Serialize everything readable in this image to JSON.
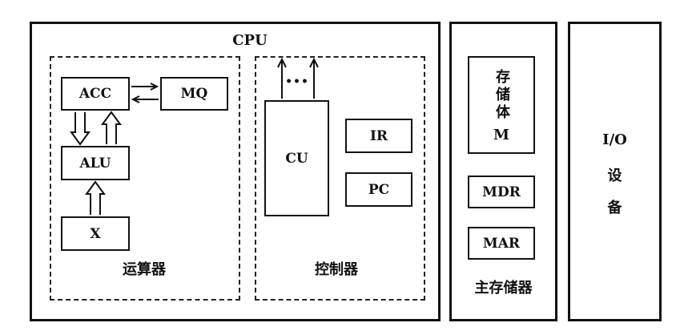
{
  "cpu": {
    "title": "CPU",
    "alu_section": {
      "label": "运算器",
      "acc": "ACC",
      "mq": "MQ",
      "alu": "ALU",
      "x": "X"
    },
    "control_section": {
      "label": "控制器",
      "cu": "CU",
      "cu_outputs": "•••",
      "ir": "IR",
      "pc": "PC"
    }
  },
  "main_memory": {
    "label": "主存储器",
    "storage": "存储体",
    "storage_m": "M",
    "mdr": "MDR",
    "mar": "MAR"
  },
  "io": {
    "line1": "I/O",
    "line2": "设",
    "line3": "备"
  }
}
